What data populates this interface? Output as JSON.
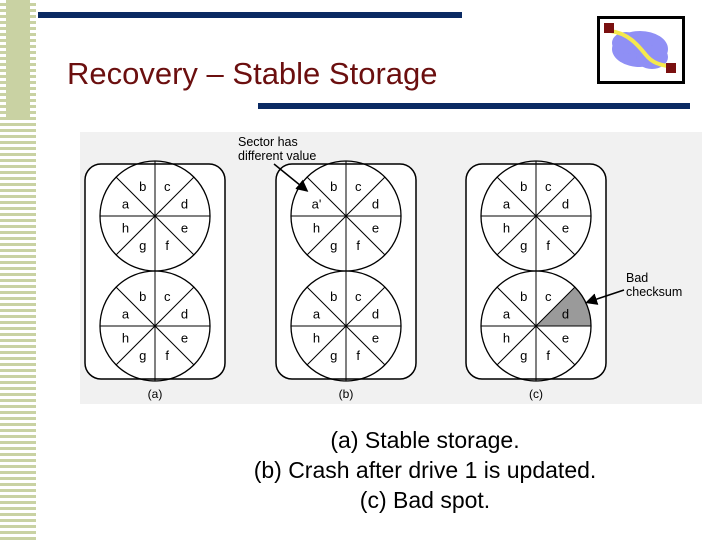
{
  "slide": {
    "title": "Recovery – Stable Storage",
    "caption": [
      "(a) Stable storage.",
      "(b) Crash after drive 1 is updated.",
      "(c) Bad spot."
    ]
  },
  "diagram": {
    "annotation_sector": [
      "Sector has",
      "different value"
    ],
    "annotation_checksum": [
      "Bad",
      "checksum"
    ],
    "panels": [
      {
        "label": "(a)",
        "disks": [
          {
            "sectors": [
              "a",
              "b",
              "c",
              "d",
              "e",
              "f",
              "g",
              "h"
            ],
            "bad": false
          },
          {
            "sectors": [
              "a",
              "b",
              "c",
              "d",
              "e",
              "f",
              "g",
              "h"
            ],
            "bad": false
          }
        ]
      },
      {
        "label": "(b)",
        "disks": [
          {
            "sectors": [
              "a'",
              "b",
              "c",
              "d",
              "e",
              "f",
              "g",
              "h"
            ],
            "bad": false
          },
          {
            "sectors": [
              "a",
              "b",
              "c",
              "d",
              "e",
              "f",
              "g",
              "h"
            ],
            "bad": false
          }
        ]
      },
      {
        "label": "(c)",
        "disks": [
          {
            "sectors": [
              "a",
              "b",
              "c",
              "d",
              "e",
              "f",
              "g",
              "h"
            ],
            "bad": false
          },
          {
            "sectors": [
              "a",
              "b",
              "c",
              "d",
              "e",
              "f",
              "g",
              "h"
            ],
            "bad": true,
            "bad_sector": "d"
          }
        ]
      }
    ],
    "colors": {
      "bad_sector": "#9a9a9a",
      "background": "#f1f1f1",
      "title": "#6b0f0f",
      "rule": "#0b2a63"
    }
  },
  "logo": {
    "icon": "network-cloud-icon"
  }
}
